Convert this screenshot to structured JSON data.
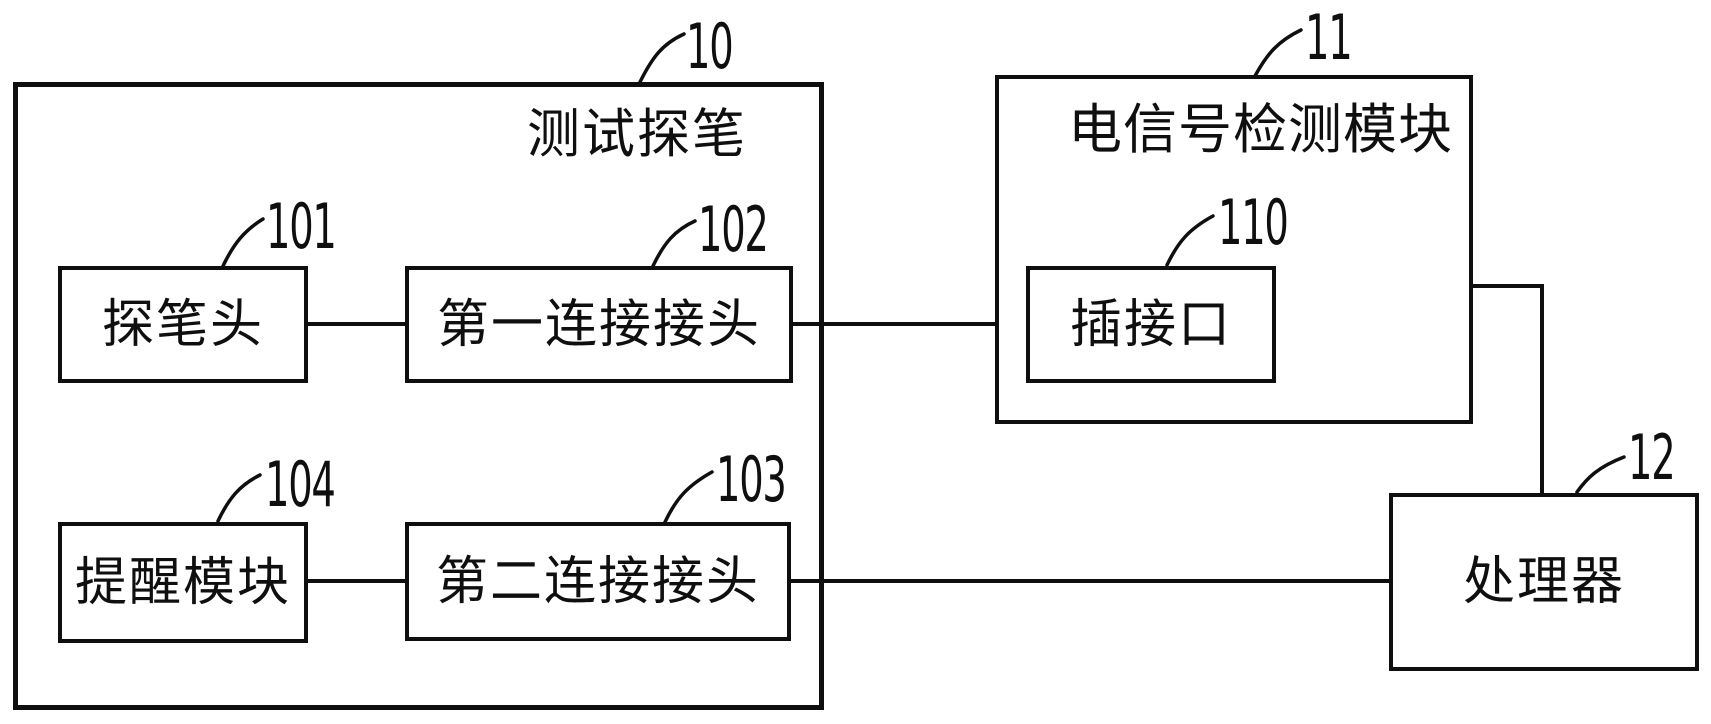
{
  "figure": {
    "background_color": "#ffffff",
    "line_color": "#0f0f0f",
    "nodes": {
      "test_probe": {
        "ref": "10",
        "label": "测试探笔"
      },
      "probe_head": {
        "ref": "101",
        "label": "探笔头"
      },
      "first_connector": {
        "ref": "102",
        "label": "第一连接接头"
      },
      "reminder_module": {
        "ref": "104",
        "label": "提醒模块"
      },
      "second_connector": {
        "ref": "103",
        "label": "第二连接接头"
      },
      "signal_detection_module": {
        "ref": "11",
        "label": "电信号检测模块"
      },
      "plug_interface": {
        "ref": "110",
        "label": "插接口"
      },
      "processor": {
        "ref": "12",
        "label": "处理器"
      }
    },
    "edges": [
      {
        "from": "101",
        "to": "102"
      },
      {
        "from": "104",
        "to": "103"
      },
      {
        "from": "102",
        "to": "11"
      },
      {
        "from": "103",
        "to": "12"
      },
      {
        "from": "11",
        "to": "12"
      }
    ]
  }
}
